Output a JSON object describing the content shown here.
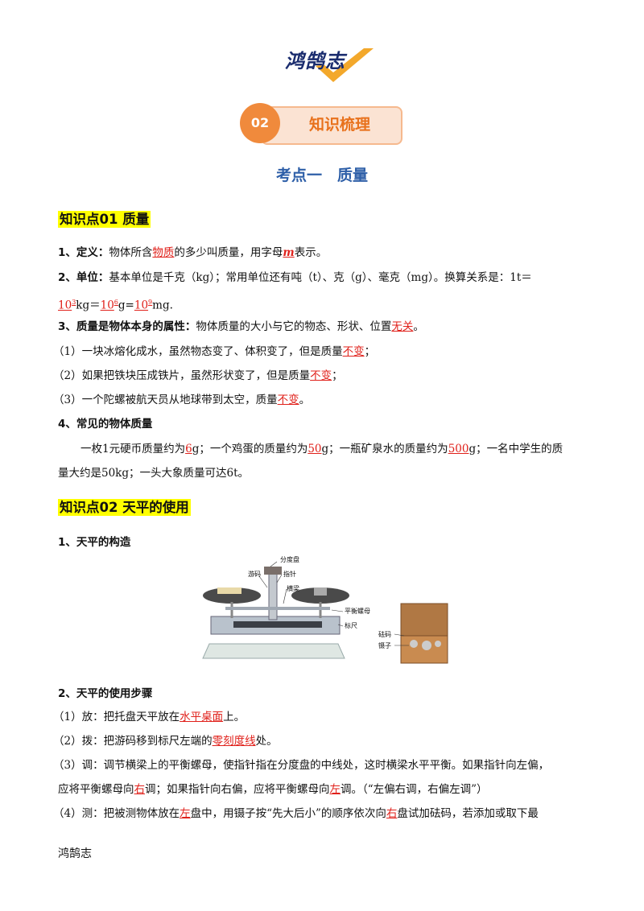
{
  "header": {
    "logo_text": "鸿鹄志"
  },
  "banner": {
    "number": "02",
    "title": "知识梳理"
  },
  "section_title": "考点一　质量",
  "kp1": {
    "title": "知识点01  质量",
    "def_head": "1、定义：",
    "def_a": "物体所含",
    "def_ans1": "物质",
    "def_b": "的多少叫质量，用字母",
    "def_ans2": "m",
    "def_c": "表示。",
    "unit_head": "2、单位：",
    "unit_a": "基本单位是千克（kg）；常用单位还有吨（t）、克（g）、毫克（mg）。换算关系是：1t＝",
    "unit_ans1": "10",
    "unit_sup1": "3",
    "unit_b": "kg＝",
    "unit_ans2": "10",
    "unit_sup2": "6",
    "unit_c": "g=",
    "unit_ans3": "10",
    "unit_sup3": "9",
    "unit_d": "mg.",
    "prop_head": "3、质量是物体本身的属性：",
    "prop_a": "物体质量的大小与它的物态、形状、位置",
    "prop_ans": "无关",
    "prop_b": "。",
    "ex1_a": "（1）一块冰熔化成水，虽然物态变了、体积变了，但是质量",
    "ex1_ans": "不变",
    "ex1_b": "；",
    "ex2_a": "（2）如果把铁块压成铁片，虽然形状变了，但是质量",
    "ex2_ans": "不变",
    "ex2_b": "；",
    "ex3_a": "（3）一个陀螺被航天员从地球带到太空，质量",
    "ex3_ans": "不变",
    "ex3_b": "。",
    "common_head": "4、常见的物体质量",
    "common_a": "一枚1元硬币质量约为",
    "common_ans1": "6",
    "common_b": "g；一个鸡蛋的质量约为",
    "common_ans2": "50",
    "common_c": "g；一瓶矿泉水的质量约为",
    "common_ans3": "500",
    "common_d": "g；一名中学生的质",
    "common_e": "量大约是50kg；一头大象质量可达6t。"
  },
  "kp2": {
    "title": "知识点02  天平的使用",
    "struct_head": "1、天平的构造",
    "labels": {
      "dial": "分度盘",
      "rider": "游码",
      "pointer": "指针",
      "beam": "横梁",
      "nut": "平衡螺母",
      "scale": "标尺",
      "weights": "砝码",
      "tweezers": "镊子"
    },
    "steps_head": "2、天平的使用步骤",
    "s1_a": "（1）放：把托盘天平放在",
    "s1_ans": "水平桌面",
    "s1_b": "上。",
    "s2_a": "（2）拨：把游码移到标尺左端的",
    "s2_ans": "零刻度线",
    "s2_b": "处。",
    "s3_a": "（3）调：调节横梁上的平衡螺母，使指针指在分度盘的中线处，这时横梁水平平衡。如果指针向左偏，",
    "s3_c": "应将平衡螺母向",
    "s3_ans1": "右",
    "s3_d": "调；如果指针向右偏，应将平衡螺母向",
    "s3_ans2": "左",
    "s3_e": "调。（“左偏右调，右偏左调”）",
    "s4_a": "（4）测：把被测物体放在",
    "s4_ans1": "左",
    "s4_b": "盘中，用镊子按“先大后小”的顺序依次向",
    "s4_ans2": "右",
    "s4_c": "盘试加砝码，若添加或取下最"
  },
  "footer": {
    "text": "鸿鹄志"
  }
}
